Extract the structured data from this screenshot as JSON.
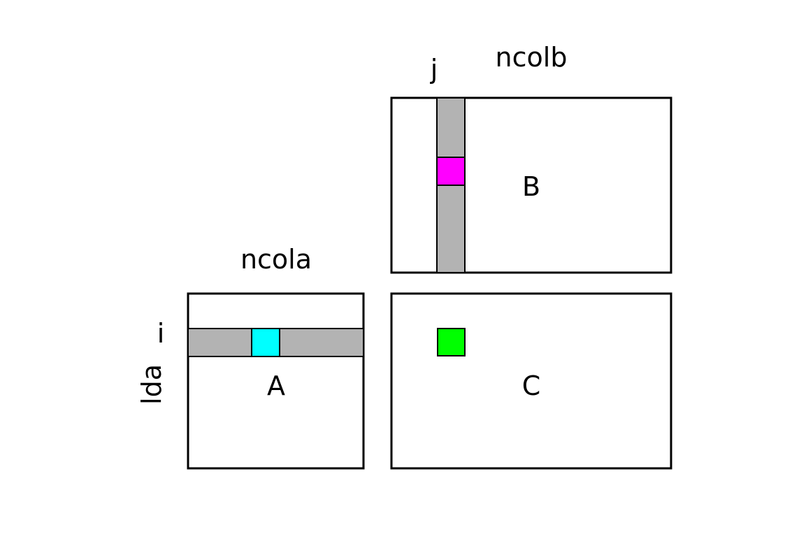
{
  "labels": {
    "ncolb": "ncolb",
    "j": "j",
    "B": "B",
    "ncola": "ncola",
    "i": "i",
    "lda": "lda",
    "A": "A",
    "C": "C"
  },
  "colors": {
    "band": "#b3b3b3",
    "a_element": "#00ffff",
    "b_element": "#ff00ff",
    "c_element": "#00ff00",
    "outline": "#000000",
    "background": "#ffffff"
  }
}
